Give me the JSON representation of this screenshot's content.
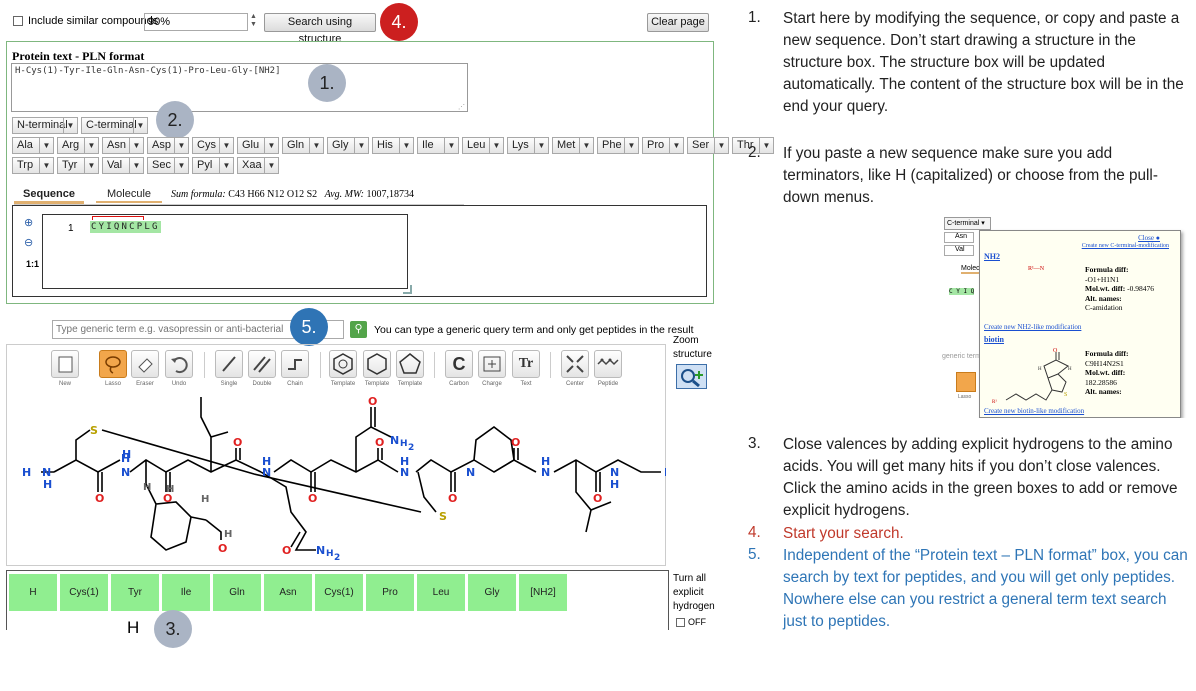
{
  "top_bar": {
    "similar_label": "Include similar compounds",
    "similar_value": "90%",
    "search_button": "Search using structure",
    "clear_button": "Clear page"
  },
  "protein_text": {
    "title": "Protein text - PLN format",
    "value": "H-Cys(1)-Tyr-Ile-Gln-Asn-Cys(1)-Pro-Leu-Gly-[NH2]"
  },
  "terminal_selects": [
    "N-terminal",
    "C-terminal"
  ],
  "amino_selects_row1": [
    "Ala",
    "Arg",
    "Asn",
    "Asp",
    "Cys",
    "Glu",
    "Gln",
    "Gly",
    "His",
    "Ile",
    "Leu",
    "Lys",
    "Met",
    "Phe",
    "Pro",
    "Ser",
    "Thr"
  ],
  "amino_selects_row2": [
    "Trp",
    "Tyr",
    "Val",
    "Sec",
    "Pyl",
    "Xaa"
  ],
  "tabs": {
    "sequence": "Sequence",
    "molecule": "Molecule"
  },
  "formula": {
    "label": "Sum formula:",
    "value": "C43 H66 N12 O12 S2",
    "mw_label": "Avg. MW:",
    "mw_value": "1007,18734"
  },
  "sequence_view": {
    "line_number": "1",
    "sequence": "CYIQNCPLG",
    "zoom_reset": "1:1"
  },
  "generic": {
    "placeholder": "Type generic term e.g. vasopressin or anti-bacterial",
    "hint": "You can type a generic query term and only get peptides in the result"
  },
  "zoom_structure_label": "Zoom structure",
  "tools": [
    {
      "name": "new",
      "label": "New",
      "icon": "new-document-icon"
    },
    {
      "name": "lasso",
      "label": "Lasso",
      "icon": "lasso-icon"
    },
    {
      "name": "eraser",
      "label": "Eraser",
      "icon": "eraser-icon"
    },
    {
      "name": "undo",
      "label": "Undo",
      "icon": "undo-icon"
    },
    {
      "name": "single",
      "label": "Single",
      "icon": "single-bond-icon"
    },
    {
      "name": "double",
      "label": "Double",
      "icon": "double-bond-icon"
    },
    {
      "name": "chain",
      "label": "Chain",
      "icon": "chain-icon"
    },
    {
      "name": "template1",
      "label": "Template",
      "icon": "hexagon-template-icon"
    },
    {
      "name": "template2",
      "label": "Template",
      "icon": "hexagon-template-icon"
    },
    {
      "name": "template3",
      "label": "Template",
      "icon": "pentagon-template-icon"
    },
    {
      "name": "carbon",
      "label": "Carbon",
      "icon": "carbon-icon",
      "glyph": "C"
    },
    {
      "name": "charge",
      "label": "Charge",
      "icon": "charge-icon"
    },
    {
      "name": "text",
      "label": "Text",
      "icon": "text-icon",
      "glyph": "Tr"
    },
    {
      "name": "center",
      "label": "Center",
      "icon": "center-icon"
    },
    {
      "name": "peptide",
      "label": "Peptide",
      "icon": "peptide-icon"
    }
  ],
  "amino_boxes": [
    "H",
    "Cys(1)",
    "Tyr",
    "Ile",
    "Gln",
    "Asn",
    "Cys(1)",
    "Pro",
    "Leu",
    "Gly",
    "[NH2]"
  ],
  "hydrogen_toggle": {
    "label": "Turn all explicit hydrogen",
    "state": "OFF"
  },
  "below_label": "H",
  "callouts": {
    "c1": "1.",
    "c2": "2.",
    "c3": "3.",
    "c4": "4.",
    "c5": "5."
  },
  "instructions": [
    {
      "num": "1.",
      "text": "Start here by modifying the sequence, or copy and paste a new sequence. Don’t start drawing a structure in the structure box. The structure box will be updated automatically. The content of the structure box will be in the end your query."
    },
    {
      "num": "2.",
      "text": "If you paste a new sequence make sure you add terminators, like H (capitalized) or choose from the pull-down menus."
    },
    {
      "num": "3.",
      "text": "Close valences by adding explicit hydrogens to the amino acids. You will get many hits if you don’t close valences. Click the amino acids in the green boxes to add or remove explicit  hydrogens."
    },
    {
      "num": "4.",
      "text": "Start your search."
    },
    {
      "num": "5.",
      "text": "Independent of  the “Protein text – PLN format” box, you can search by text for peptides, and you will get only peptides. Nowhere else can you restrict a general term text search just to peptides."
    }
  ],
  "instruction_colors": {
    "default": "#222222",
    "item4": "#c0392b",
    "item5": "#2e75b6"
  },
  "inset": {
    "select": "C-terminal",
    "bg_selects": [
      "Asn",
      "Val"
    ],
    "bg_tabs": [
      "Molec",
      "generic term"
    ],
    "bg_seq": "C Y I Q",
    "bg_lasso": "Lasso",
    "close": "Close",
    "create_cterm": "Create new C-terminal-modification",
    "nh2": {
      "name": "NH2",
      "mini": "R¹—N",
      "formula_label": "Formula diff:",
      "formula": "-O1+H1N1",
      "mw_label": "Mol.wt. diff:",
      "mw": "-0.98476",
      "alt_label": "Alt. names:",
      "alt": "C-amidation",
      "create": "Create new NH2-like modification"
    },
    "biotin": {
      "name": "biotin",
      "formula_label": "Formula diff:",
      "formula": "C9H14N2S1",
      "mw_label": "Mol.wt. diff:",
      "mw": "182.28586",
      "alt_label": "Alt. names:",
      "create": "Create new biotin-like modification"
    }
  }
}
